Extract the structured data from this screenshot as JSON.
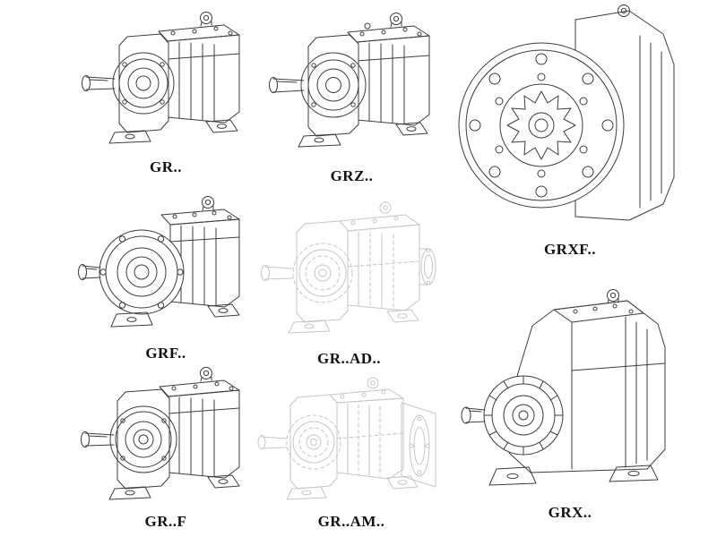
{
  "palette": {
    "background": "#ffffff",
    "line": "#3d3d3d",
    "ghost_line": "#c6c6c6",
    "label_text": "#111111"
  },
  "figures": [
    {
      "id": "gr",
      "label": "GR..",
      "style": "solid"
    },
    {
      "id": "grz",
      "label": "GRZ..",
      "style": "solid"
    },
    {
      "id": "grxf",
      "label": "GRXF..",
      "style": "solid"
    },
    {
      "id": "grf",
      "label": "GRF..",
      "style": "solid"
    },
    {
      "id": "gr-ad",
      "label": "GR..AD..",
      "style": "ghost"
    },
    {
      "id": "gr-f",
      "label": "GR..F",
      "style": "solid"
    },
    {
      "id": "gr-am",
      "label": "GR..AM..",
      "style": "ghost"
    },
    {
      "id": "grx",
      "label": "GRX..",
      "style": "solid"
    }
  ]
}
